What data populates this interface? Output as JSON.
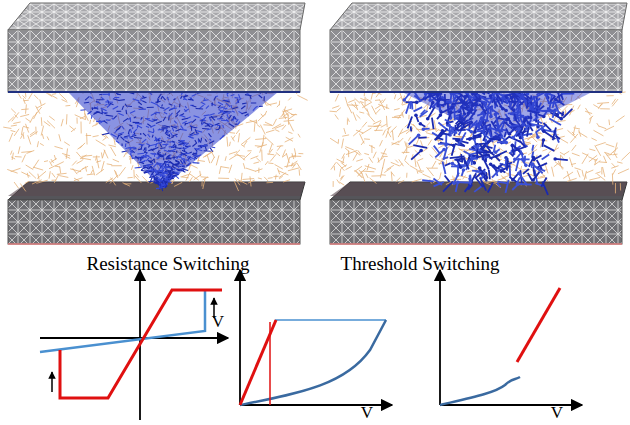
{
  "diagram": {
    "labels": [
      "Resistance Switching",
      "Threshold Switching",
      "V",
      "V",
      "V"
    ]
  }
}
